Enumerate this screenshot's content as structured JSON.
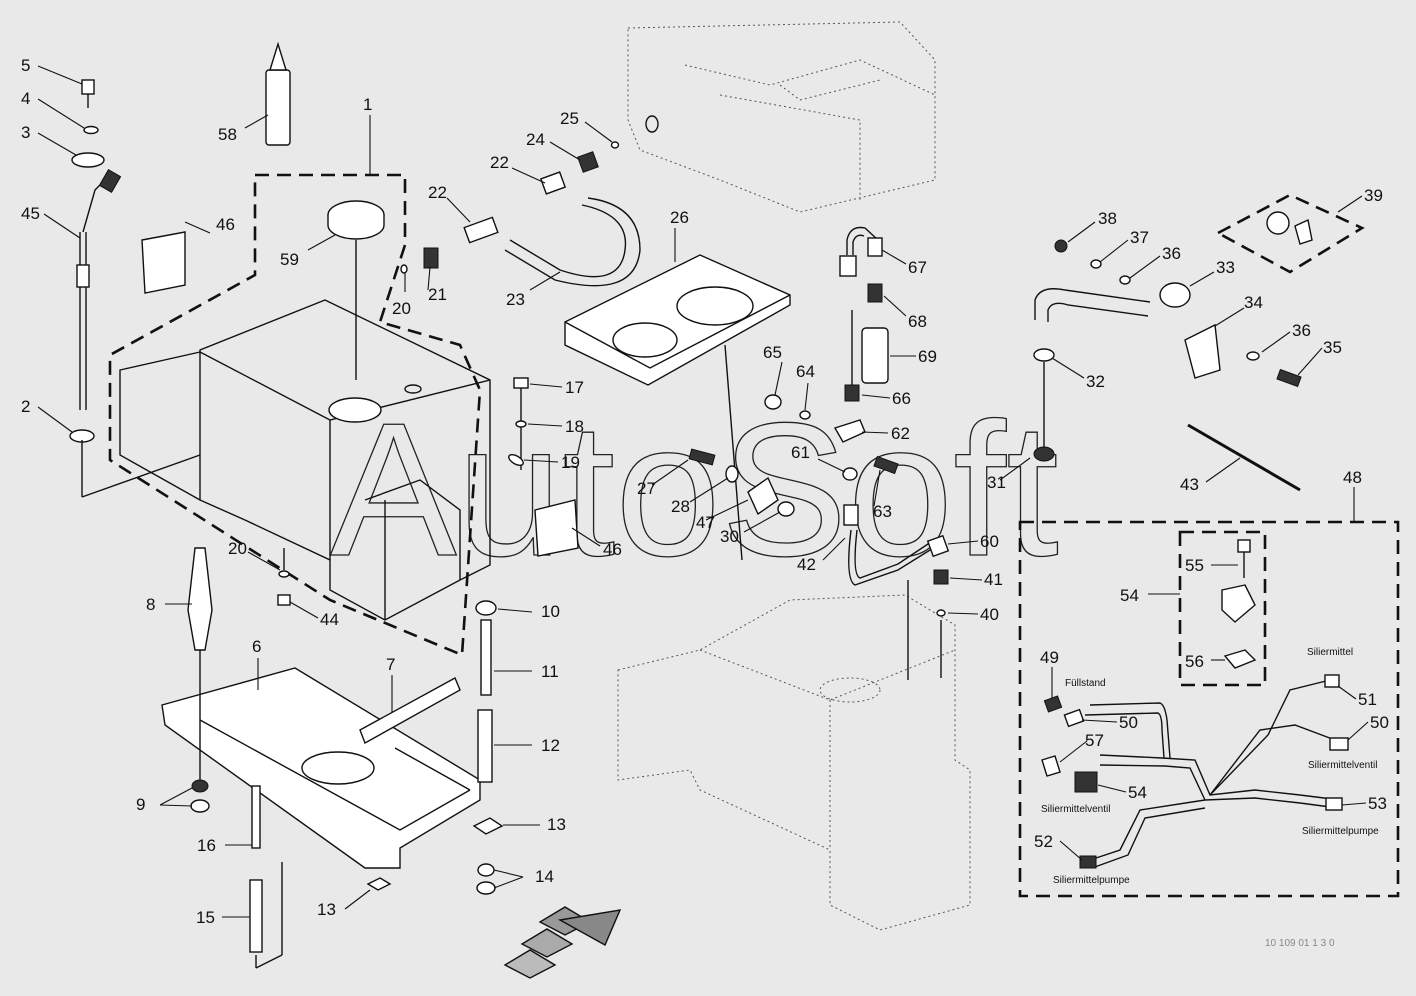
{
  "watermark": "AutoSoft",
  "callouts": [
    "1",
    "2",
    "3",
    "4",
    "5",
    "6",
    "7",
    "8",
    "9",
    "10",
    "11",
    "12",
    "13",
    "13",
    "14",
    "15",
    "16",
    "17",
    "18",
    "19",
    "20",
    "20",
    "21",
    "22",
    "22",
    "23",
    "24",
    "25",
    "26",
    "27",
    "28",
    "30",
    "31",
    "32",
    "33",
    "34",
    "35",
    "36",
    "36",
    "37",
    "38",
    "39",
    "40",
    "41",
    "42",
    "43",
    "44",
    "45",
    "46",
    "46",
    "47",
    "48",
    "49",
    "50",
    "50",
    "51",
    "52",
    "53",
    "54",
    "54",
    "55",
    "56",
    "57",
    "58",
    "59",
    "60",
    "61",
    "62",
    "63",
    "64",
    "65",
    "66",
    "67",
    "68",
    "69"
  ],
  "harness_labels": {
    "fuellstand": "Füllstand",
    "siliermittel": "Siliermittel",
    "siliermittelventil_right": "Siliermittelventil",
    "siliermittelventil_left": "Siliermittelventil",
    "siliermittelpumpe_right": "Siliermittelpumpe",
    "siliermittelpumpe_left": "Siliermittelpumpe"
  },
  "footer_code": "10 109 01 1 3 0"
}
